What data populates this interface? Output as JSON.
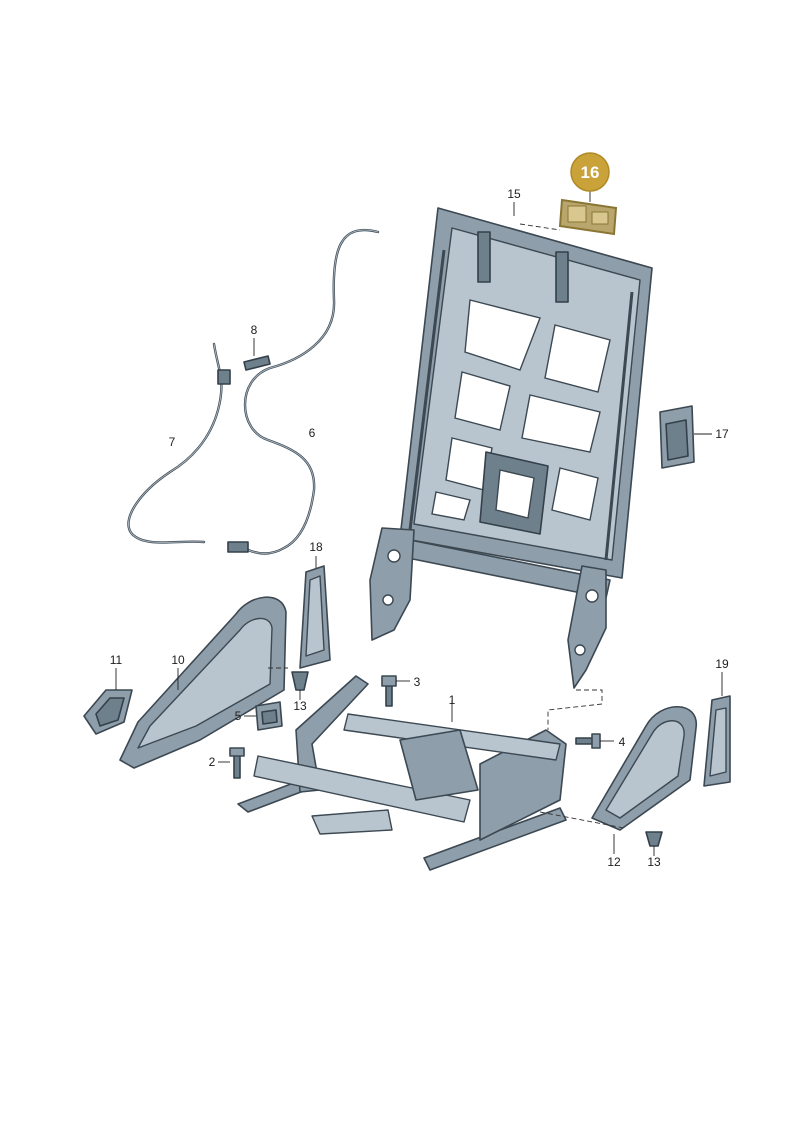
{
  "diagram": {
    "highlight": {
      "number": "16",
      "color": "#c9a23a"
    },
    "callouts": [
      {
        "id": "c1",
        "label": "1"
      },
      {
        "id": "c2",
        "label": "2"
      },
      {
        "id": "c3",
        "label": "3"
      },
      {
        "id": "c4",
        "label": "4"
      },
      {
        "id": "c5",
        "label": "5"
      },
      {
        "id": "c6",
        "label": "6"
      },
      {
        "id": "c7",
        "label": "7"
      },
      {
        "id": "c8",
        "label": "8"
      },
      {
        "id": "c10",
        "label": "10"
      },
      {
        "id": "c11",
        "label": "11"
      },
      {
        "id": "c12",
        "label": "12"
      },
      {
        "id": "c13a",
        "label": "13"
      },
      {
        "id": "c13b",
        "label": "13"
      },
      {
        "id": "c15",
        "label": "15"
      },
      {
        "id": "c17",
        "label": "17"
      },
      {
        "id": "c18",
        "label": "18"
      },
      {
        "id": "c19",
        "label": "19"
      }
    ],
    "colors": {
      "part_fill": "#8e9eaa",
      "outline": "#3c4852",
      "highlight_fill": "#b9a66c"
    }
  }
}
